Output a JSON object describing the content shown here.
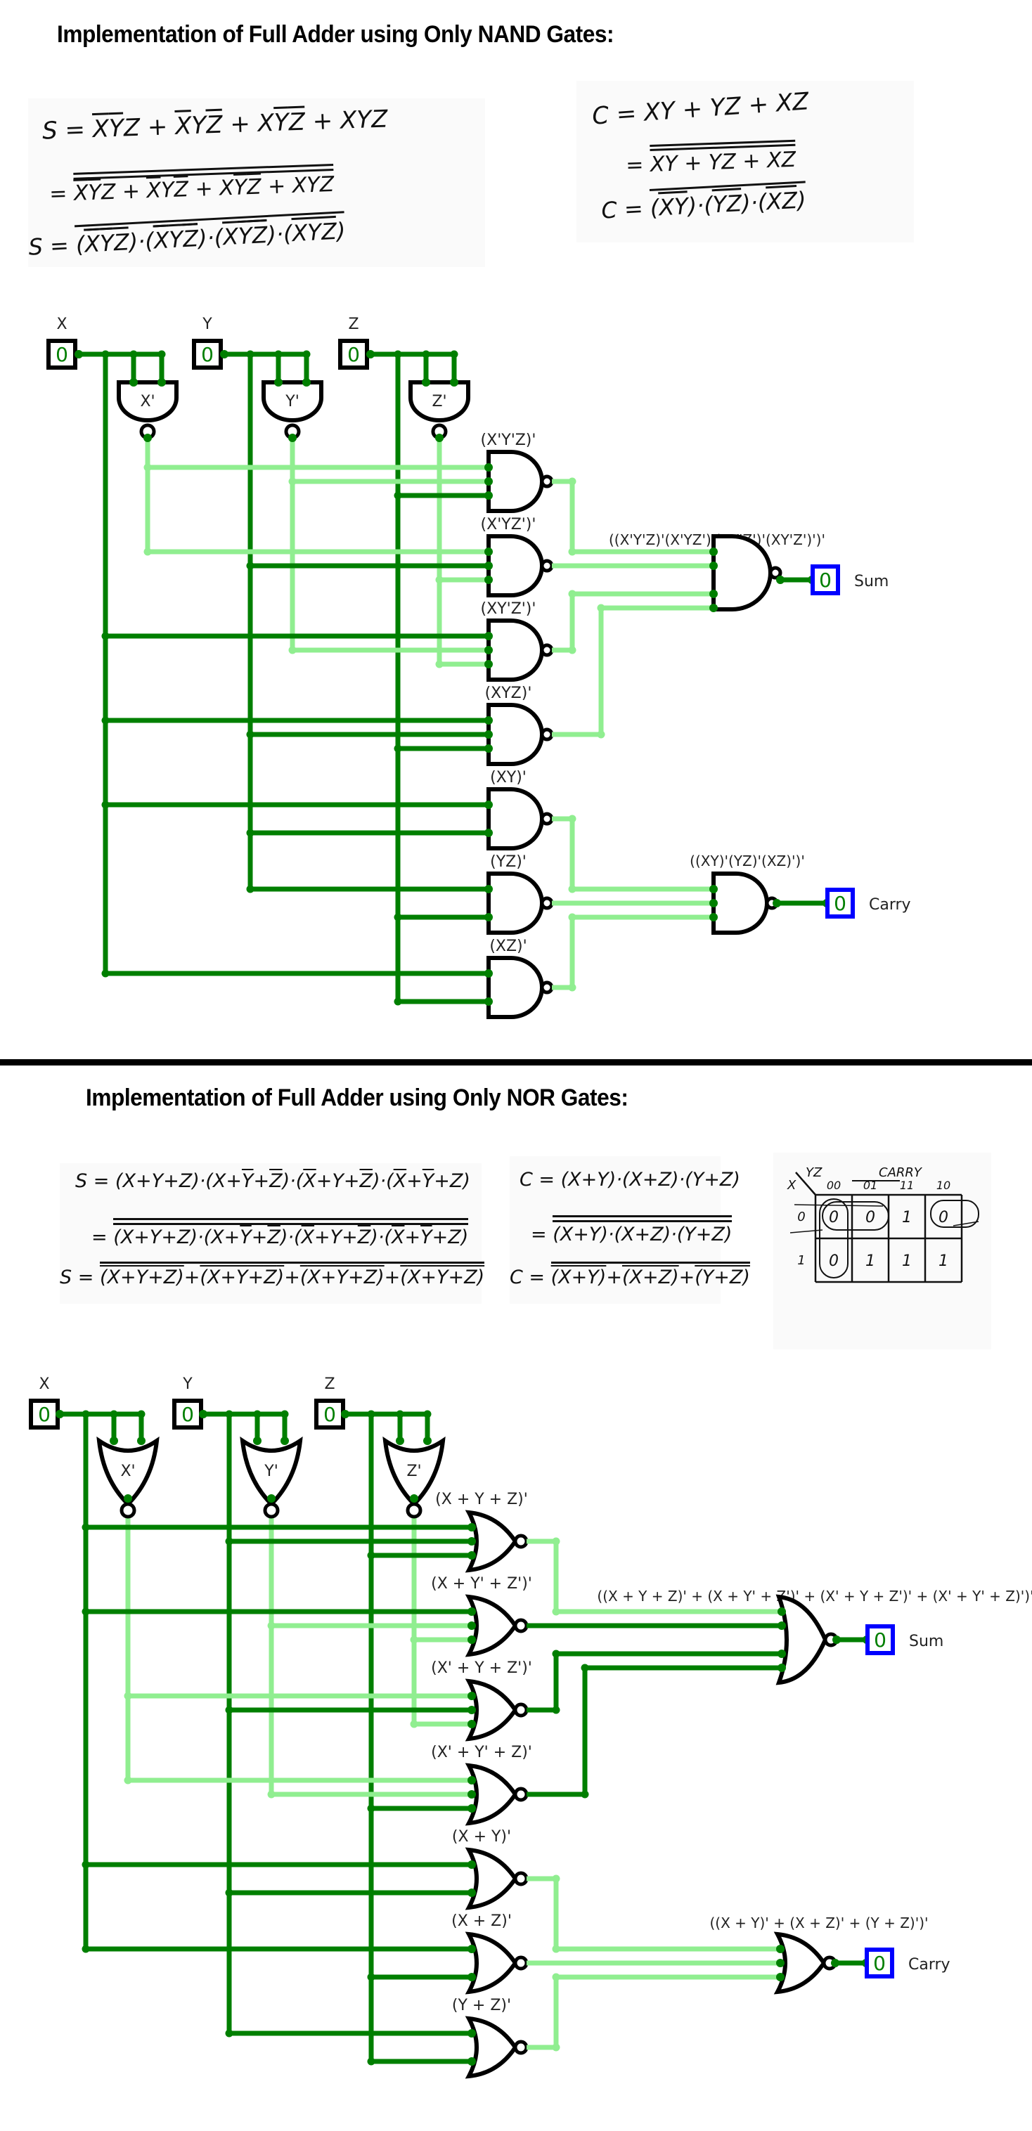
{
  "nand_section": {
    "title": "Implementation of Full Adder using Only NAND Gates:",
    "sum_equations": [
      {
        "prefix": "S = ",
        "terms": [
          [
            "X̄",
            "Ȳ",
            "Z"
          ],
          [
            "X̄",
            "Y",
            "Z̄"
          ],
          [
            "X",
            "Ȳ",
            "Z̄"
          ],
          [
            "X",
            "Y",
            "Z"
          ]
        ],
        "text": "S = X̄ȲZ + X̄YZ̄ + XȲZ̄ + XYZ"
      },
      {
        "text": "= (X̄ȲZ + X̄YZ̄ + XȲZ̄ + XYZ)'' (double complement)"
      },
      {
        "text": "S = (X̄ȲZ)' · (X̄YZ̄)' · (XȲZ̄)' · (XYZ)' (complemented)"
      }
    ],
    "carry_equations": [
      {
        "text": "C = XY + YZ + XZ"
      },
      {
        "text": "= (XY + YZ + XZ)'' (double complement)"
      },
      {
        "text": "C = (XY)' · (YZ)' · (XZ)' (complemented)"
      }
    ],
    "inputs": [
      {
        "name": "X",
        "value": "0"
      },
      {
        "name": "Y",
        "value": "0"
      },
      {
        "name": "Z",
        "value": "0"
      }
    ],
    "inverters": [
      "X'",
      "Y'",
      "Z'"
    ],
    "sum_gates": [
      "(X'Y'Z)'",
      "(X'YZ')'",
      "(XY'Z')'",
      "(XYZ)'"
    ],
    "carry_gates": [
      "(XY)'",
      "(YZ)'",
      "(XZ)'"
    ],
    "sum_output_gate": "((X'Y'Z)'(X'YZ')'(XY'Z')'(XY'Z')')'",
    "carry_output_gate": "((XY)'(YZ)'(XZ)')'",
    "outputs": [
      {
        "name": "Sum",
        "value": "0"
      },
      {
        "name": "Carry",
        "value": "0"
      }
    ]
  },
  "nor_section": {
    "title": "Implementation of Full Adder using Only NOR Gates:",
    "sum_equations": [
      {
        "text": "S = (X+Y+Z)·(X+Ȳ+Z̄)·(X̄+Y+Z̄)·(X̄+Ȳ+Z)"
      },
      {
        "text": "= ((X+Y+Z)·(X+Ȳ+Z̄)·(X̄+Y+Z̄)·(X̄+Ȳ+Z))'' (double complement)"
      },
      {
        "text": "S = (X+Y+Z)' + (X+Ȳ+Z̄)' + (X̄+Y+Z̄)' + (X̄+Ȳ+Z)' (complemented)"
      }
    ],
    "carry_equations": [
      {
        "text": "C = (X+Y)·(X+Z)·(Y+Z)"
      },
      {
        "text": "= ((X+Y)·(X+Z)·(Y+Z))'' (double complement)"
      },
      {
        "text": "C = (X+Y)' + (X+Z)' + (Y+Z)' (complemented)"
      }
    ],
    "kmap": {
      "title": "CARRY",
      "row_var": "X",
      "col_var": "YZ",
      "col_labels": [
        "00",
        "01",
        "11",
        "10"
      ],
      "row_labels": [
        "0",
        "1"
      ],
      "cells": [
        [
          "0",
          "0",
          "1",
          "0"
        ],
        [
          "0",
          "1",
          "1",
          "1"
        ]
      ]
    },
    "inputs": [
      {
        "name": "X",
        "value": "0"
      },
      {
        "name": "Y",
        "value": "0"
      },
      {
        "name": "Z",
        "value": "0"
      }
    ],
    "inverters": [
      "X'",
      "Y'",
      "Z'"
    ],
    "sum_gates": [
      "(X + Y + Z)'",
      "(X + Y' + Z')'",
      "(X' + Y + Z')'",
      "(X' + Y' + Z)'"
    ],
    "carry_gates": [
      "(X + Y)'",
      "(X + Z)'",
      "(Y + Z)'"
    ],
    "sum_output_gate": "((X + Y + Z)' + (X + Y' + Z')' + (X' + Y + Z')' + (X' + Y' + Z)')'",
    "carry_output_gate": "((X + Y)' + (X + Z)' + (Y + Z)')'",
    "outputs": [
      {
        "name": "Sum",
        "value": "0"
      },
      {
        "name": "Carry",
        "value": "0"
      }
    ]
  },
  "colors": {
    "wire_dark": "#007f00",
    "wire_light": "#90ee90",
    "gate_stroke": "#000000",
    "input_box": "#000000",
    "output_box": "#0000ff",
    "value_text": "#007f00"
  }
}
